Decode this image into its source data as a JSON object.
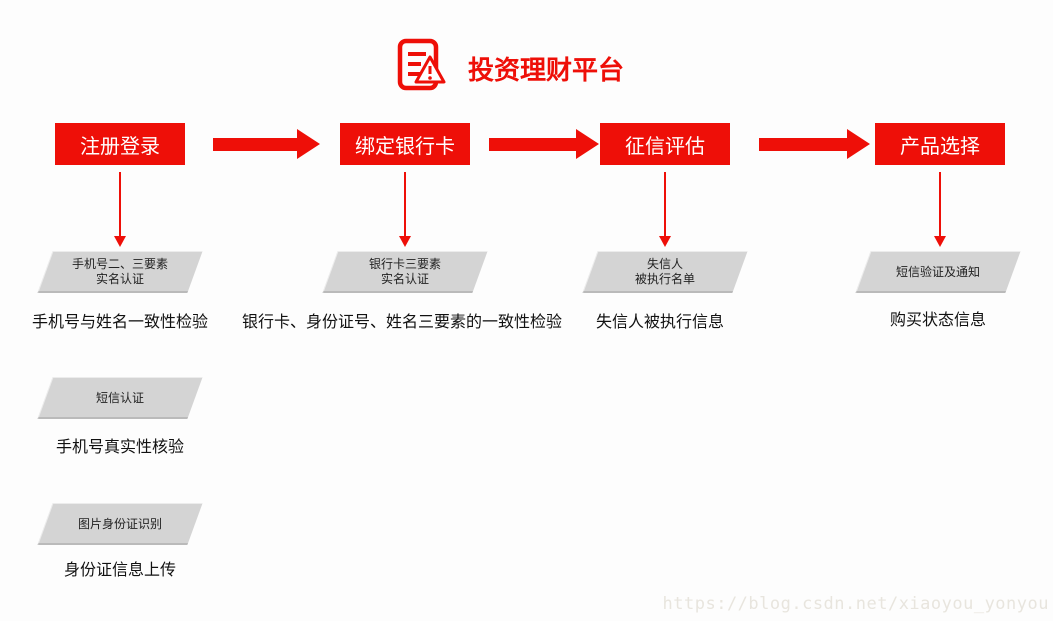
{
  "header": {
    "title": "投资理财平台",
    "icon": "document-warning-icon"
  },
  "colors": {
    "accent_red": "#EE0F08",
    "tag_gray": "#D4D4D4",
    "text_black": "#111111",
    "watermark_gray": "#E8E5DE"
  },
  "flow": {
    "steps": [
      {
        "label": "注册登录"
      },
      {
        "label": "绑定银行卡"
      },
      {
        "label": "征信评估"
      },
      {
        "label": "产品选择"
      }
    ]
  },
  "details": {
    "register": [
      {
        "tag": [
          "手机号二、三要素",
          "实名认证"
        ],
        "desc": "手机号与姓名一致性检验"
      },
      {
        "tag": [
          "短信认证",
          ""
        ],
        "desc": "手机号真实性核验"
      },
      {
        "tag": [
          "图片身份证识别",
          ""
        ],
        "desc": "身份证信息上传"
      }
    ],
    "bank_card": [
      {
        "tag": [
          "银行卡三要素",
          "实名认证"
        ],
        "desc": "银行卡、身份证号、姓名三要素的一致性检验"
      }
    ],
    "credit": [
      {
        "tag": [
          "失信人",
          "被执行名单"
        ],
        "desc": "失信人被执行信息"
      }
    ],
    "product": [
      {
        "tag": [
          "短信验证及通知",
          ""
        ],
        "desc": "购买状态信息"
      }
    ]
  },
  "watermark": "https://blog.csdn.net/xiaoyou_yonyou"
}
